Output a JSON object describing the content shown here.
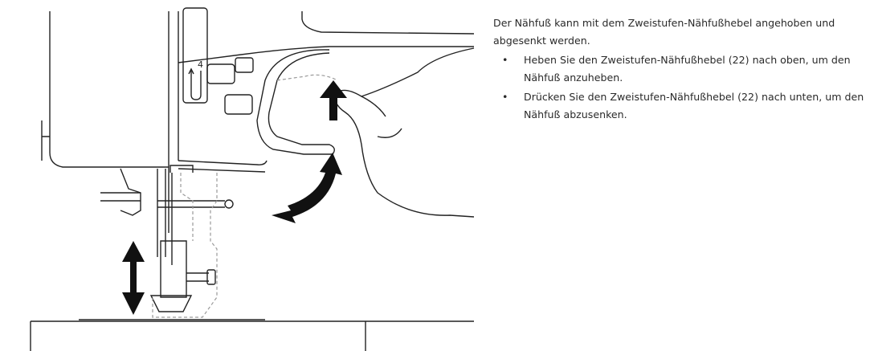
{
  "intro": "Der Nähfuß kann mit dem Zweistufen-Nähfußhebel angehoben und abgesenkt werden.",
  "bullets": [
    "Heben Sie den Zweistufen-Nähfußhebel (22) nach oben, um den Nähfuß anzuheben.",
    "Drücken Sie den Zweistufen-Nähfußhebel (22) nach unten, um den Nähfuß abzusenken."
  ],
  "bullet_symbol": "•",
  "illustration": {
    "thread_guide_number": "4",
    "line_color": "#222222",
    "dashed_color": "#9a9a9a"
  }
}
